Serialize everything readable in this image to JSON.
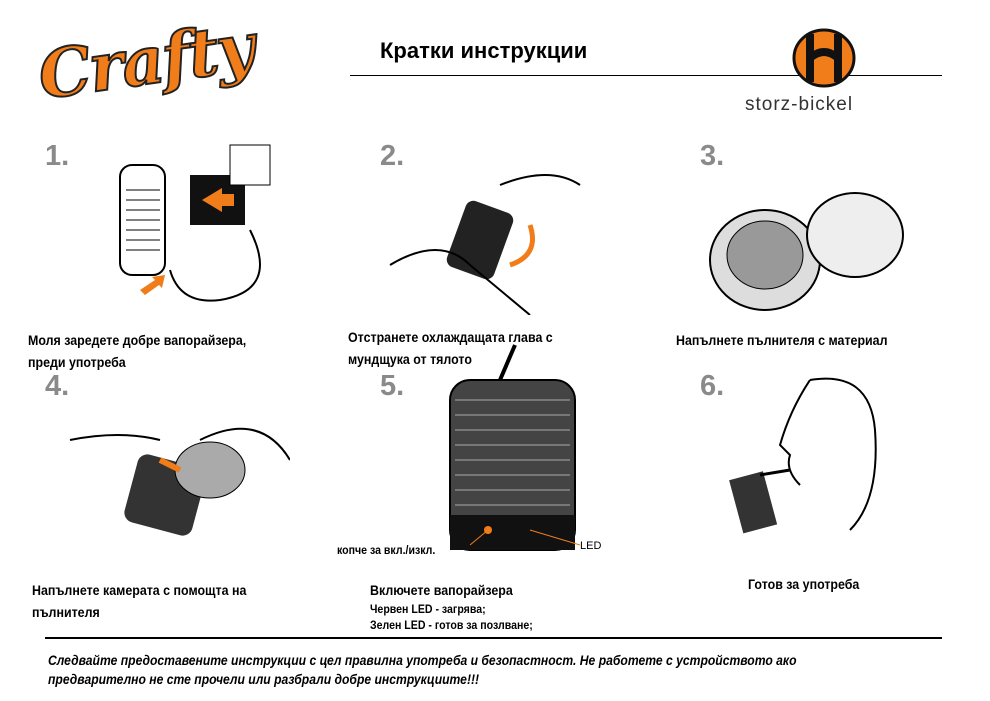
{
  "header": {
    "logo": "Crafty",
    "title": "Кратки инструкции",
    "brand": "storz-bickel"
  },
  "colors": {
    "accent": "#f07d1a",
    "number": "#8a8a8a"
  },
  "steps": [
    {
      "number": "1.",
      "caption_1": "Моля заредете добре вапорайзера,",
      "caption_2": "преди употреба"
    },
    {
      "number": "2.",
      "caption_1": "Отстранете охлаждащата глава с",
      "caption_2": "мундщука от тялото"
    },
    {
      "number": "3.",
      "caption_1": "Напълнете пълнителя с материал"
    },
    {
      "number": "4.",
      "caption_1": "Напълнете камерата с помощта на",
      "caption_2": "пълнителя"
    },
    {
      "number": "5.",
      "caption_1": "Включете вапорайзера",
      "caption_2": "Червен LED - загрява;",
      "caption_3": "Зелен LED - готов за позлване;",
      "label_button": "копче за вкл./изкл.",
      "label_led": "LED"
    },
    {
      "number": "6.",
      "caption_1": "Готов за употреба"
    }
  ],
  "footer": {
    "line_1": "Следвайте предоставените инструкции с цел правилна употреба и безопастност. Не работете с устройството ако",
    "line_2": "предварително не сте прочели или разбрали добре инструкциите!!!"
  }
}
